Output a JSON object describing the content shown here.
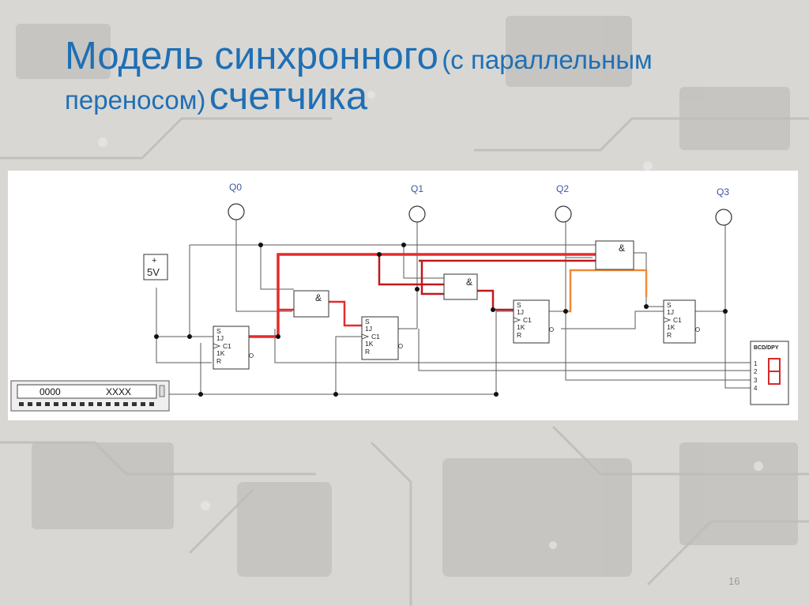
{
  "slide": {
    "title_part1": "Модель синхронного",
    "title_part2": "(с параллельным",
    "title_part3": "переносом)",
    "title_part4": "счетчика",
    "page_number": "16"
  },
  "circuit": {
    "outputs": [
      "Q0",
      "Q1",
      "Q2",
      "Q3"
    ],
    "power_symbol": "+",
    "power_label": "5V",
    "and_gate_label": "&",
    "flipflop_pins": [
      "S",
      "1J",
      "C1",
      "1K",
      "R"
    ],
    "decoder_label": "BCD/DPY",
    "decoder_inputs": [
      "1",
      "2",
      "3",
      "4"
    ],
    "generator_display_left": "0000",
    "generator_display_right": "XXXX"
  },
  "colors": {
    "title": "#1f6fb5",
    "wire": "#555555",
    "carry_wire_red": "#e52b2b",
    "carry_wire_darkred": "#c0191d",
    "carry_wire_orange": "#ef8a3a"
  }
}
